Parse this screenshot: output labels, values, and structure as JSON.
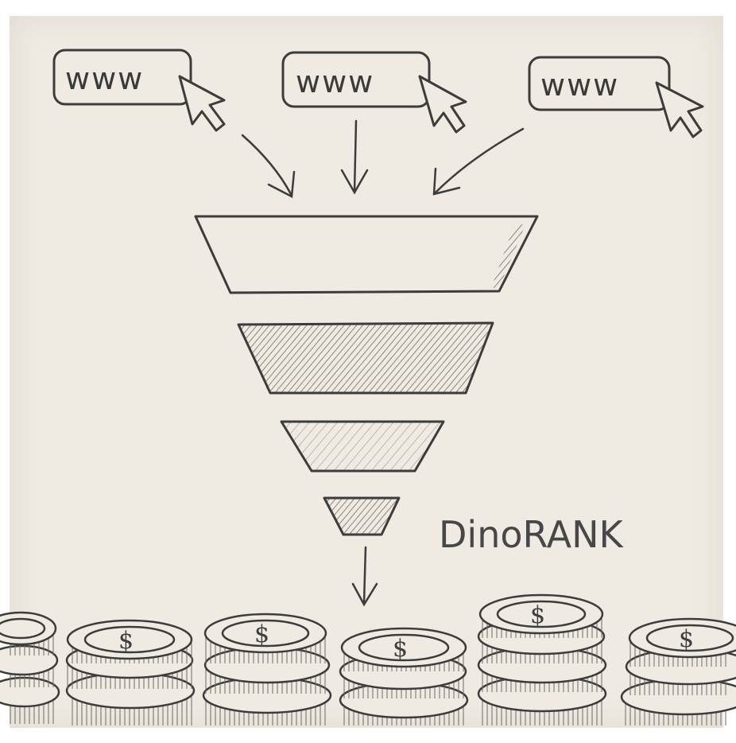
{
  "sources": [
    {
      "label": "www"
    },
    {
      "label": "www"
    },
    {
      "label": "www"
    }
  ],
  "funnel_stages": 4,
  "brand": "DinoRANK",
  "coin_symbol": "$",
  "colors": {
    "paper": "#efebe2",
    "pencil": "#3c3c3c",
    "shade": "#9a968d"
  }
}
